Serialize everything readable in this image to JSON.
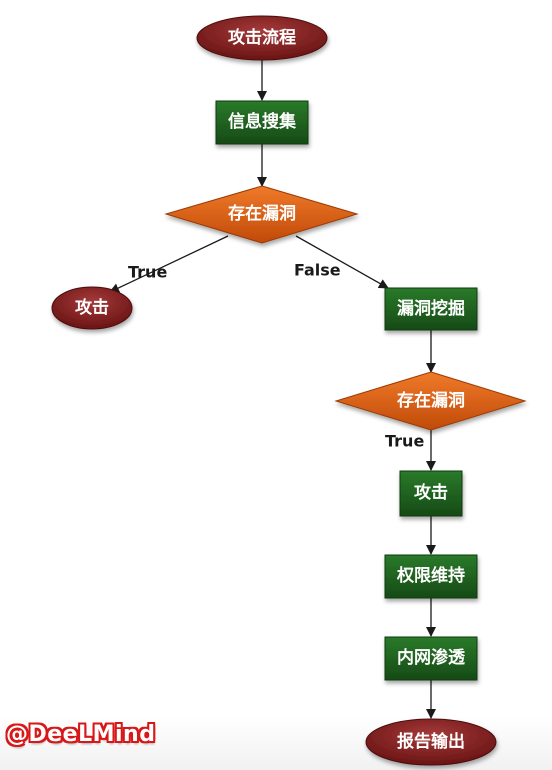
{
  "nodes": {
    "start": {
      "label": "攻击流程"
    },
    "info": {
      "label": "信息搜集"
    },
    "decision1": {
      "label": "存在漏洞"
    },
    "attack1": {
      "label": "攻击"
    },
    "exploit": {
      "label": "漏洞挖掘"
    },
    "decision2": {
      "label": "存在漏洞"
    },
    "attack2": {
      "label": "攻击"
    },
    "privesc": {
      "label": "权限维持"
    },
    "lateral": {
      "label": "内网渗透"
    },
    "report": {
      "label": "报告输出"
    }
  },
  "edges": {
    "d1_true": "True",
    "d1_false": "False",
    "d2_true": "True"
  },
  "watermark": "@DeeLMind",
  "colors": {
    "oval": "#7e1e1e",
    "rect": "#1e5c1e",
    "diamond": "#d85a10",
    "line": "#1a1a1a",
    "watermark": "#d81818"
  }
}
